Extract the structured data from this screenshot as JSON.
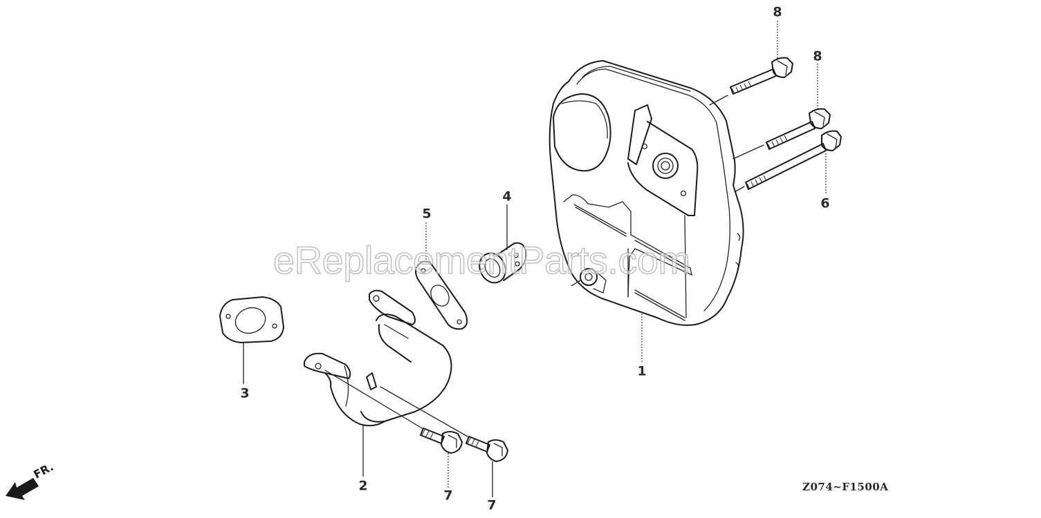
{
  "diagram": {
    "type": "exploded-parts-diagram",
    "diagram_code": "Z074~F1500A",
    "orientation_indicator": "FR.",
    "watermark": "eReplacementParts.com",
    "callouts": [
      {
        "id": "1",
        "label": "1",
        "part": "muffler-body"
      },
      {
        "id": "2",
        "label": "2",
        "part": "exhaust-pipe"
      },
      {
        "id": "3",
        "label": "3",
        "part": "gasket-exhaust-flange"
      },
      {
        "id": "4",
        "label": "4",
        "part": "spark-arrester-collar"
      },
      {
        "id": "5",
        "label": "5",
        "part": "gasket-muffler"
      },
      {
        "id": "6",
        "label": "6",
        "part": "long-flange-bolt"
      },
      {
        "id": "7a",
        "label": "7",
        "part": "flange-bolt"
      },
      {
        "id": "7b",
        "label": "7",
        "part": "flange-bolt"
      },
      {
        "id": "8a",
        "label": "8",
        "part": "flange-bolt"
      },
      {
        "id": "8b",
        "label": "8",
        "part": "flange-bolt"
      }
    ]
  }
}
